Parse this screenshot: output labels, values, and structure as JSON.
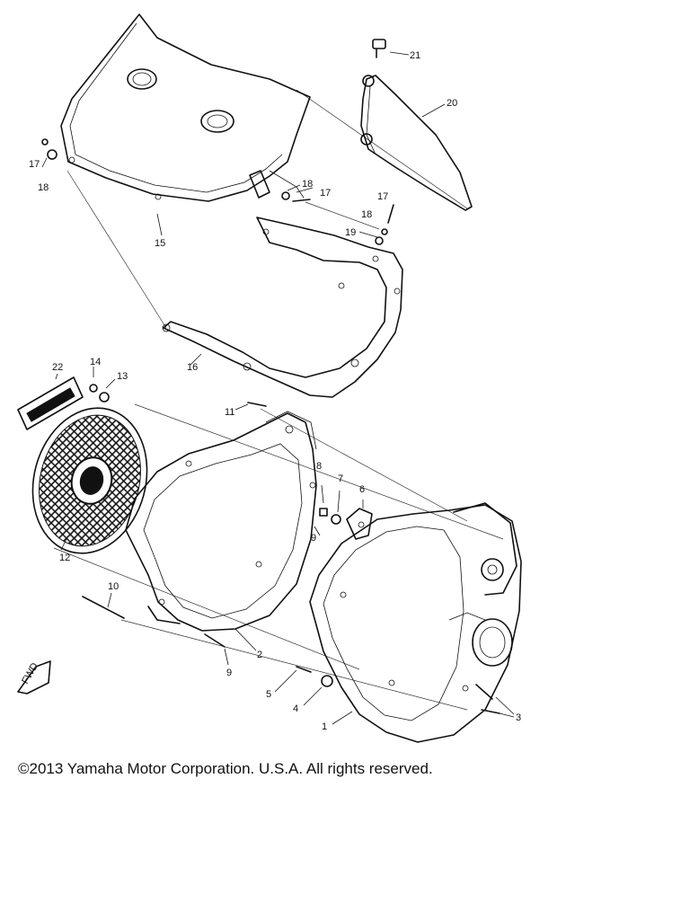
{
  "callouts": {
    "p1": "1",
    "p2": "2",
    "p3": "3",
    "p4": "4",
    "p5": "5",
    "p6": "6",
    "p7": "7",
    "p8": "8",
    "p9a": "9",
    "p9b": "9",
    "p10": "10",
    "p11": "11",
    "p12": "12",
    "p13": "13",
    "p14": "14",
    "p15": "15",
    "p16": "16",
    "p17a": "17",
    "p17b": "17",
    "p17c": "17",
    "p18a": "18",
    "p18b": "18",
    "p18c": "18",
    "p19": "19",
    "p20": "20",
    "p21": "21",
    "p22": "22"
  },
  "fwd_mark": "FWD",
  "copyright": "©2013 Yamaha Motor Corporation. U.S.A. All rights reserved."
}
